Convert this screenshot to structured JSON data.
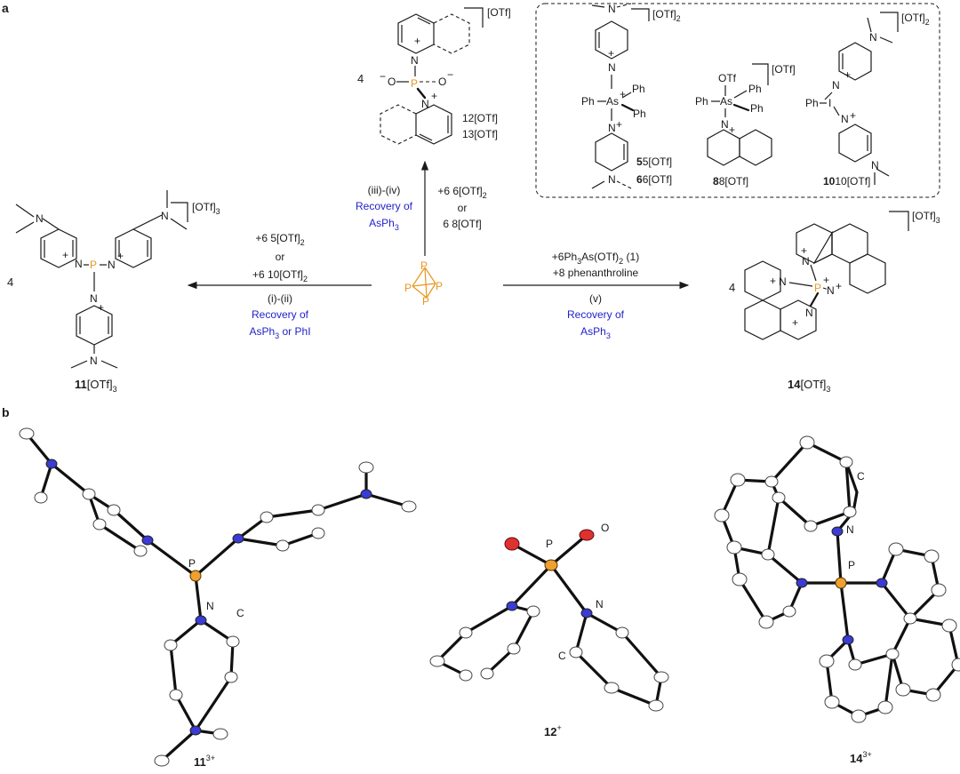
{
  "panels": {
    "a": "a",
    "b": "b"
  },
  "colors": {
    "reagent_blue": "#2222cc",
    "phosphorus_orange": "#e8961e",
    "nitrogen_blue": "#3b3bd6",
    "oxygen_red": "#e03030"
  },
  "center": {
    "P4_atoms": [
      "P",
      "P",
      "P",
      "P"
    ]
  },
  "left": {
    "coeff": "4",
    "counterion": "[OTf]",
    "counterion_sub": "3",
    "compound_num": "11",
    "compound_suffix": "[OTf]",
    "compound_suffix_sub": "3",
    "reagent_line1": "+6 5[OTf]",
    "reagent_line1_sub": "2",
    "reagent_or": "or",
    "reagent_line2": "+6 10[OTf]",
    "reagent_line2_sub": "2",
    "condition": "(i)-(ii)",
    "recovery_line1": "Recovery of",
    "recovery_line2": "AsPh",
    "recovery_line2_sub": "3",
    "recovery_line2_tail": " or PhI",
    "atoms": {
      "P": "P",
      "N": "N",
      "plus": "+"
    }
  },
  "top": {
    "coeff": "4",
    "counterion": "[OTf]",
    "compound_line1": "12[OTf]",
    "compound_line2": "13[OTf]",
    "reagent_line1": "+6 6[OTf]",
    "reagent_line1_sub": "2",
    "reagent_or": "or",
    "reagent_line2": "6 8[OTf]",
    "condition": "(iii)-(iv)",
    "recovery_line1": "Recovery of",
    "recovery_line2": "AsPh",
    "recovery_line2_sub": "3",
    "atoms": {
      "P": "P",
      "N": "N",
      "O": "O",
      "minus": "−",
      "plus": "+"
    }
  },
  "right": {
    "coeff": "4",
    "counterion": "[OTf]",
    "counterion_sub": "3",
    "compound_num": "14",
    "compound_suffix": "[OTf]",
    "compound_suffix_sub": "3",
    "reagent_line1": "+6Ph",
    "reagent_line1_sub": "3",
    "reagent_line1_tail": "As(OTf)",
    "reagent_line1_sub2": "2",
    "reagent_line1_end": " (1)",
    "reagent_line2": "+8 phenanthroline",
    "condition": "(v)",
    "recovery_line1": "Recovery of",
    "recovery_line2": "AsPh",
    "recovery_line2_sub": "3",
    "atoms": {
      "P": "P",
      "N": "N",
      "plus": "+"
    }
  },
  "box": {
    "c5_label": "5[OTf]",
    "c5_sub": "2",
    "c6_label": "6[OTf]",
    "c6_sub": "2",
    "c8_label": "8[OTf]",
    "c10_label": "10[OTf]",
    "c10_sub": "2",
    "counterion_2": "[OTf]",
    "counterion_2_sub": "2",
    "counterion_1": "[OTf]",
    "atoms": {
      "Ph": "Ph",
      "As": "As",
      "I": "I",
      "N": "N",
      "OTf": "OTf",
      "plus": "+"
    }
  },
  "structures": {
    "s11": {
      "label": "11",
      "charge": "3+",
      "atoms": {
        "P": "P",
        "N": "N",
        "C": "C"
      }
    },
    "s12": {
      "label": "12",
      "charge": "+",
      "atoms": {
        "P": "P",
        "N": "N",
        "C": "C",
        "O": "O"
      }
    },
    "s14": {
      "label": "14",
      "charge": "3+",
      "atoms": {
        "P": "P",
        "N": "N",
        "C": "C"
      }
    }
  }
}
